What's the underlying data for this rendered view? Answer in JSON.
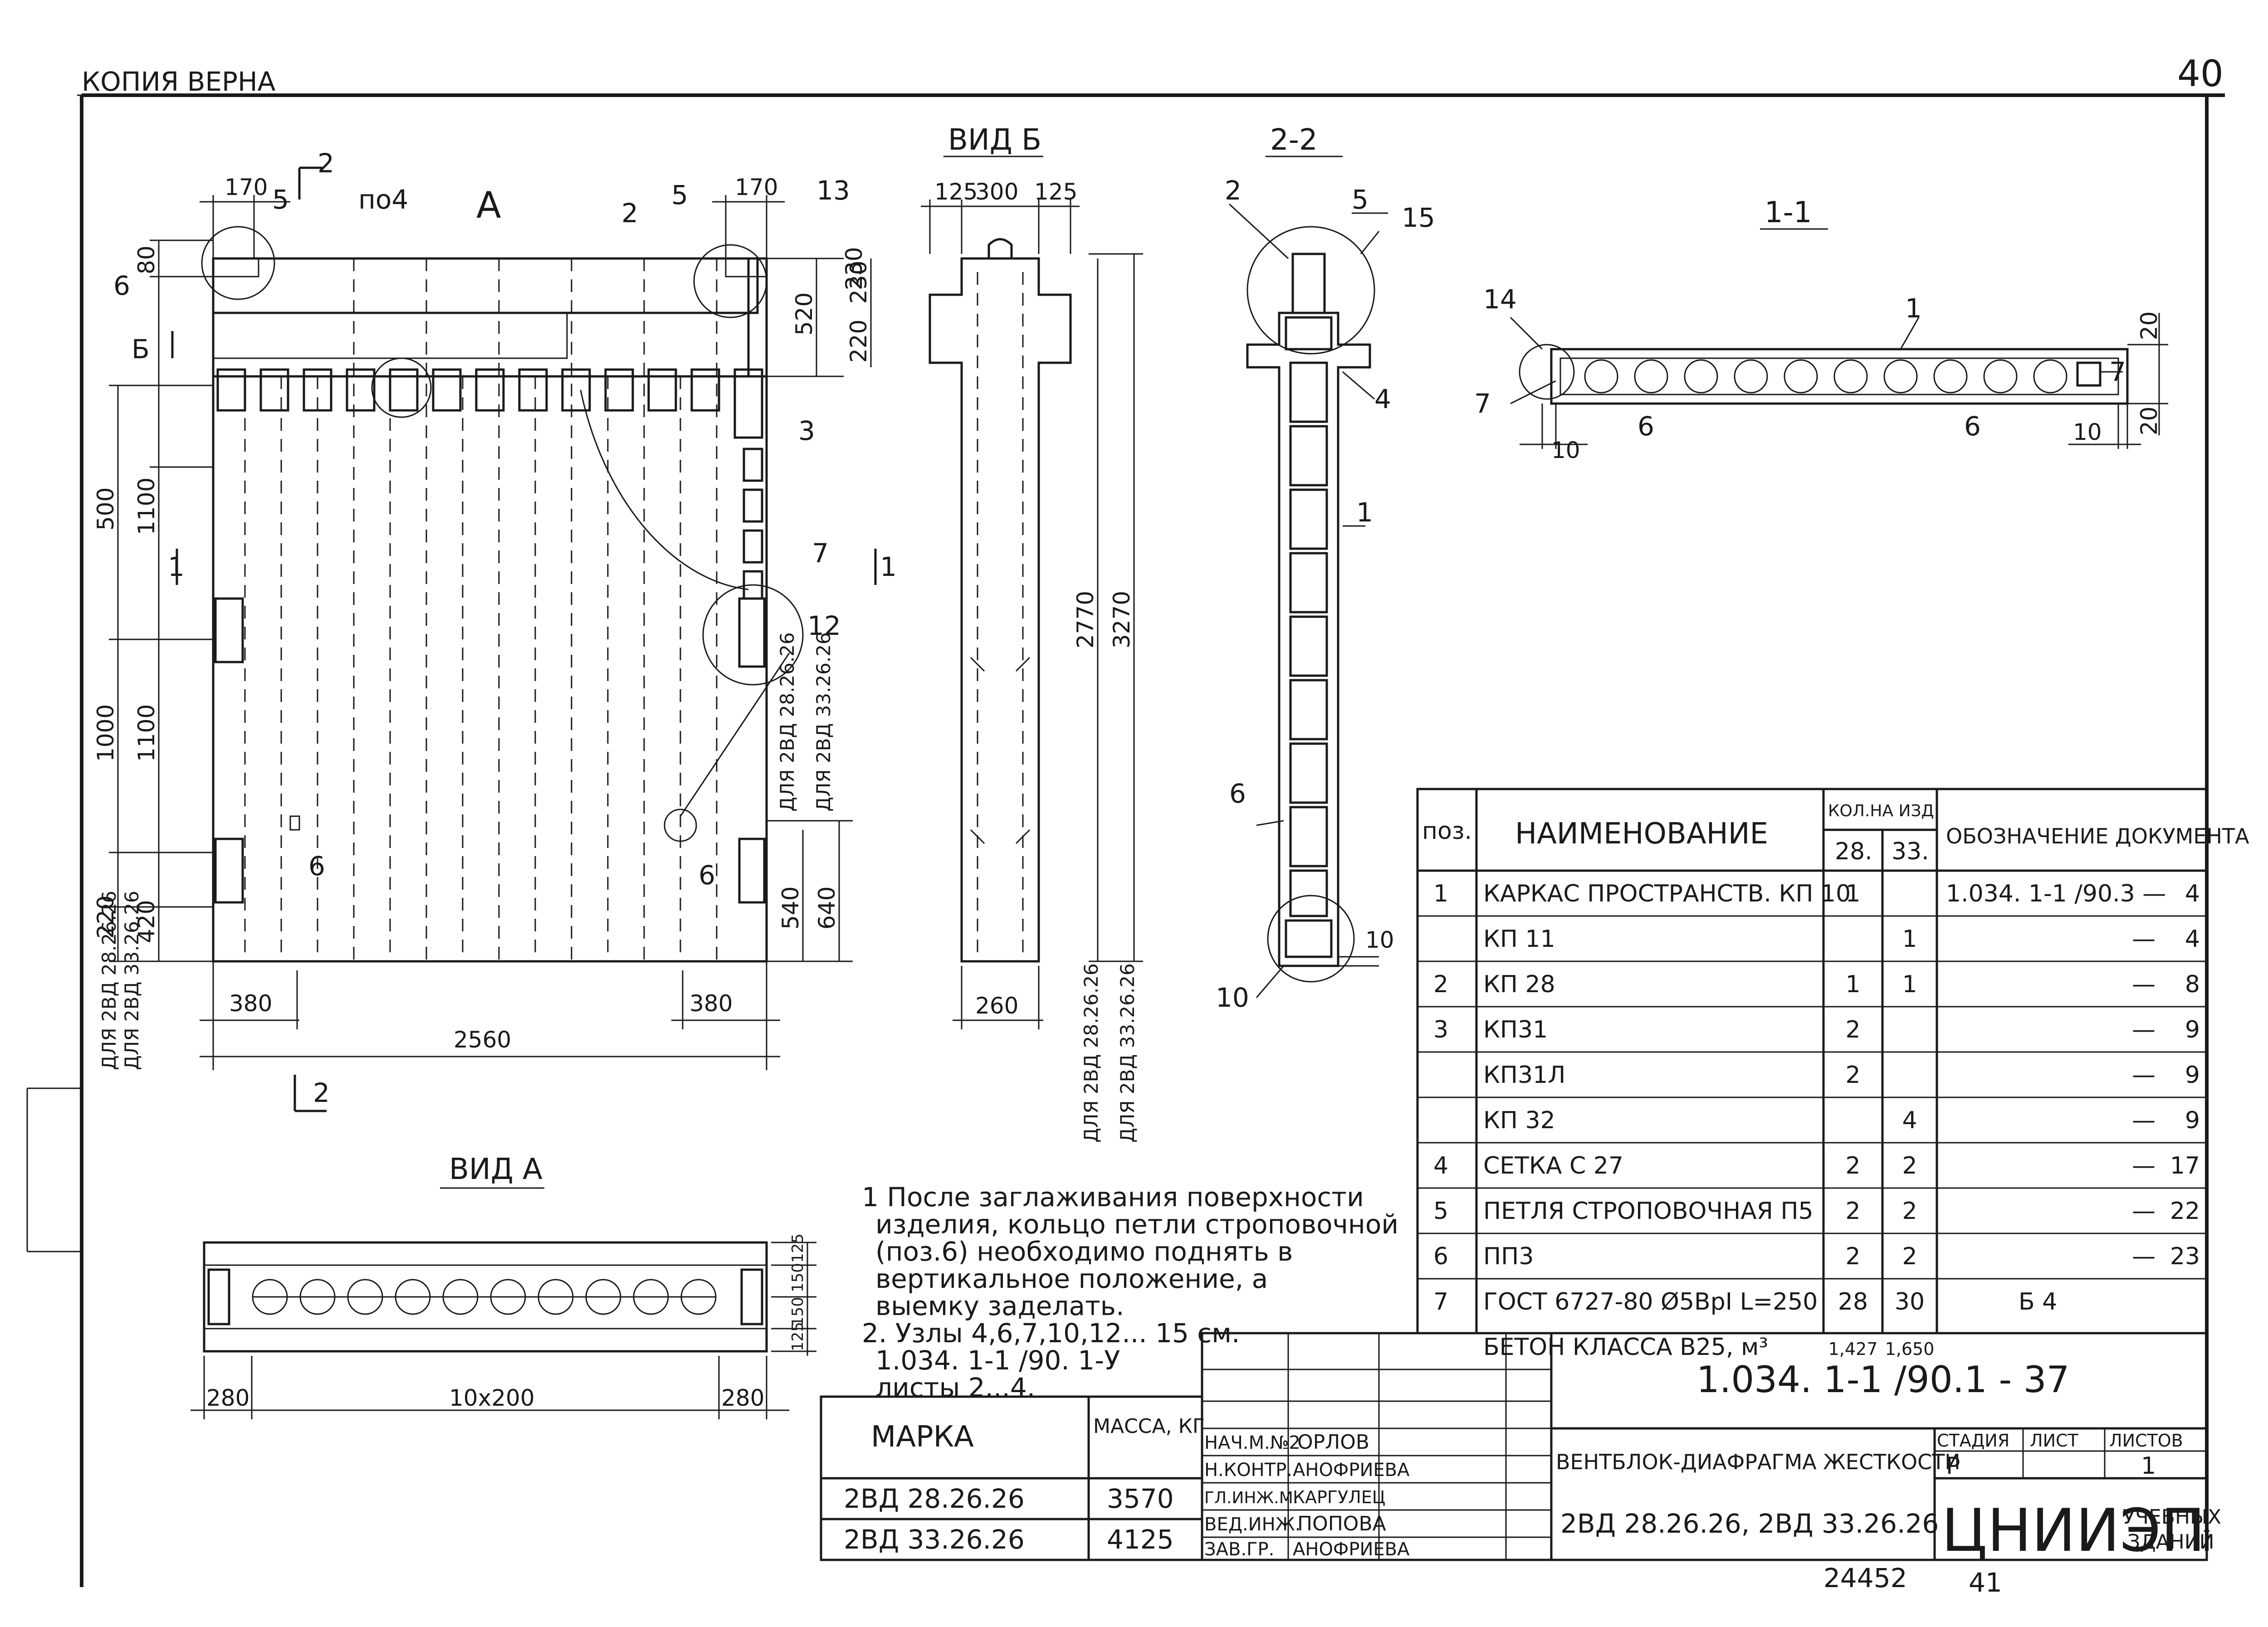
{
  "sheet": {
    "copy_stamp": "КОПИЯ ВЕРНА",
    "sheet_number_top": "40",
    "bottom_number_1": "24452",
    "bottom_number_2": "41"
  },
  "front_view": {
    "title": "А",
    "labels": {
      "pos4": "по4",
      "p2": "2",
      "p5a": "5",
      "p5b": "5",
      "p13": "13",
      "p6": "6",
      "p3": "3",
      "p7": "7",
      "p12": "12",
      "p6b": "6",
      "p6c": "6",
      "p2sec": "2",
      "p2sec_b": "2",
      "b": "Б",
      "s1a": "1",
      "s1b": "1"
    },
    "dims_top": [
      "170",
      "170"
    ],
    "dims_left": [
      "80",
      "520",
      "230",
      "500",
      "1100",
      "1000",
      "1100",
      "220",
      "420"
    ],
    "dims_right": [
      "540",
      "640"
    ],
    "dims_bottom": [
      "380",
      "380",
      "2560"
    ],
    "notes_left": [
      "ДЛЯ 2ВД 28.26.26",
      "ДЛЯ 2ВД 33.26.26"
    ],
    "notes_right": [
      "ДЛЯ 2ВД 28.26.26",
      "ДЛЯ 2ВД 33.26.26"
    ]
  },
  "view_b": {
    "title": "ВИД Б",
    "dims_top": [
      "125",
      "300",
      "125"
    ],
    "dims_side": [
      "230",
      "220",
      "2770",
      "3270",
      "260"
    ],
    "notes": [
      "ДЛЯ 2ВД 28.26.26",
      "ДЛЯ 2ВД 33.26.26"
    ]
  },
  "section_22": {
    "title": "2-2",
    "labels": [
      "2",
      "5",
      "15",
      "4",
      "1",
      "6",
      "10",
      "10"
    ]
  },
  "section_11": {
    "title": "1-1",
    "labels": [
      "1",
      "14",
      "7",
      "7",
      "6",
      "6"
    ],
    "dims": [
      "20",
      "20",
      "10",
      "10"
    ]
  },
  "view_a": {
    "title": "ВИД А",
    "dims": [
      "280",
      "10х200",
      "280",
      "125",
      "150",
      "150",
      "125"
    ]
  },
  "notes": [
    "1 После заглаживания поверхности",
    "изделия, кольцо петли строповочной",
    "(поз.6) необходимо поднять в",
    "вертикальное положение, а",
    "выемку заделать.",
    "2. Узлы 4,6,7,10,12... 15 см.",
    "1.034. 1-1 /90. 1-У",
    "листы 2...4."
  ],
  "spec_table": {
    "headers": {
      "pos": "поз.",
      "name": "НАИМЕНОВАНИЕ",
      "qty": "КОЛ.НА ИЗД.",
      "q1": "28.",
      "q2": "33.",
      "doc": "ОБОЗНАЧЕНИЕ ДОКУМЕНТА"
    },
    "rows": [
      {
        "pos": "1",
        "name": "КАРКАС ПРОСТРАНСТВ. КП 10",
        "q1": "1",
        "q2": "",
        "doc": "1.034. 1-1 /90.3 —",
        "sheet": "4"
      },
      {
        "pos": "",
        "name": "КП 11",
        "q1": "",
        "q2": "1",
        "doc": "—",
        "sheet": "4"
      },
      {
        "pos": "2",
        "name": "КП 28",
        "q1": "1",
        "q2": "1",
        "doc": "—",
        "sheet": "8"
      },
      {
        "pos": "3",
        "name": "КП31",
        "q1": "2",
        "q2": "",
        "doc": "—",
        "sheet": "9"
      },
      {
        "pos": "",
        "name": "КП31Л",
        "q1": "2",
        "q2": "",
        "doc": "—",
        "sheet": "9"
      },
      {
        "pos": "",
        "name": "КП 32",
        "q1": "",
        "q2": "4",
        "doc": "—",
        "sheet": "9"
      },
      {
        "pos": "4",
        "name": "СЕТКА С 27",
        "q1": "2",
        "q2": "2",
        "doc": "—",
        "sheet": "17"
      },
      {
        "pos": "5",
        "name": "ПЕТЛЯ СТРОПОВОЧНАЯ П5",
        "q1": "2",
        "q2": "2",
        "doc": "—",
        "sheet": "22"
      },
      {
        "pos": "6",
        "name": "ПП3",
        "q1": "2",
        "q2": "2",
        "doc": "—",
        "sheet": "23"
      },
      {
        "pos": "7",
        "name": "ГОСТ 6727-80 Ø5ВрI L=250",
        "q1": "28",
        "q2": "30",
        "doc": "Б 4",
        "sheet": ""
      },
      {
        "pos": "",
        "name": "БЕТОН КЛАССА В25, м³",
        "q1": "1,427",
        "q2": "1,650",
        "doc": "",
        "sheet": ""
      }
    ]
  },
  "mass_table": {
    "h_mark": "МАРКА",
    "h_mass": "МАССА, КГ",
    "rows": [
      {
        "mark": "2ВД 28.26.26",
        "mass": "3570"
      },
      {
        "mark": "2ВД 33.26.26",
        "mass": "4125"
      }
    ]
  },
  "title_block": {
    "code": "1.034. 1-1 /90.1 - 37",
    "staff": [
      {
        "role": "НАЧ.М.№2",
        "name": "ОРЛОВ"
      },
      {
        "role": "Н.КОНТР.",
        "name": "АНОФРИЕВА"
      },
      {
        "role": "ГЛ.ИНЖ.М.",
        "name": "КАРГУЛЕЦ"
      },
      {
        "role": "ВЕД.ИНЖ.",
        "name": "ПОПОВА"
      },
      {
        "role": "ЗАВ.ГР.",
        "name": "АНОФРИЕВА"
      }
    ],
    "title_1": "ВЕНТБЛОК-ДИАФРАГМА ЖЕСТКОСТИ",
    "title_2": "2ВД 28.26.26, 2ВД 33.26.26",
    "stage_h": "СТАДИЯ",
    "sheet_h": "ЛИСТ",
    "sheets_h": "ЛИСТОВ",
    "stage": "Р",
    "sheets": "1",
    "org": "ЦНИИЭП",
    "org_sub_1": "УЧЕБНЫХ",
    "org_sub_2": "ЗДАНИЙ"
  }
}
